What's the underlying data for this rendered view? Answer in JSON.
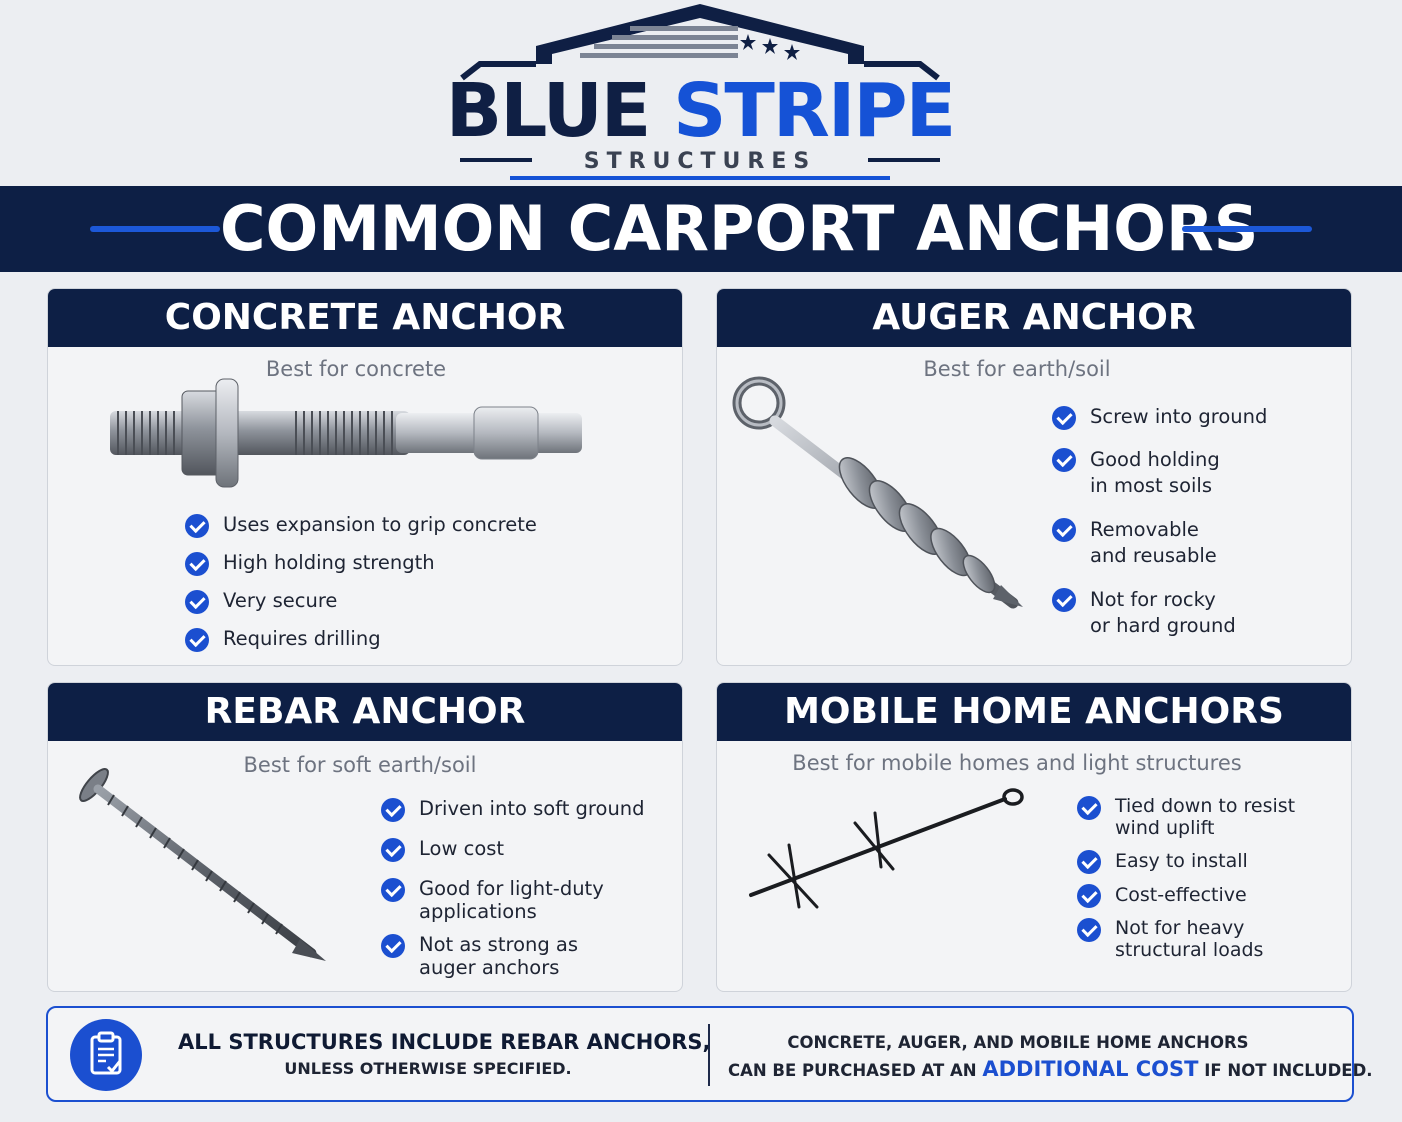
{
  "logo": {
    "word_dark": "BLUE",
    "word_bright": "STRIPE",
    "subtitle": "STRUCTURES"
  },
  "banner": {
    "title": "COMMON CARPORT ANCHORS"
  },
  "cards": [
    {
      "title": "CONCRETE ANCHOR",
      "subtitle": "Best for concrete",
      "illustration": "wedge-anchor-bolt",
      "bullets": [
        "Uses expansion to grip concrete",
        "High holding strength",
        "Very secure",
        "Requires drilling"
      ]
    },
    {
      "title": "AUGER ANCHOR",
      "subtitle": "Best for earth/soil",
      "illustration": "auger-screw-anchor",
      "bullets": [
        "Screw into ground",
        "Good holding\nin most soils",
        "Removable\nand reusable",
        "Not for rocky\nor hard ground"
      ]
    },
    {
      "title": "REBAR ANCHOR",
      "subtitle": "Best for soft earth/soil",
      "illustration": "rebar-spike",
      "bullets": [
        "Driven into soft ground",
        "Low cost",
        "Good for light-duty\napplications",
        "Not as strong as\nauger anchors"
      ]
    },
    {
      "title": "MOBILE HOME ANCHORS",
      "subtitle": "Best for mobile homes and light structures",
      "illustration": "mobile-home-earth-anchor",
      "bullets": [
        "Tied down to resist\nwind uplift",
        "Easy to install",
        "Cost-effective",
        "Not for heavy\nstructural loads"
      ]
    }
  ],
  "footer": {
    "icon": "clipboard-check-icon",
    "left_line1": "ALL STRUCTURES INCLUDE REBAR ANCHORS,",
    "left_line2": "UNLESS OTHERWISE SPECIFIED.",
    "right_line1": "CONCRETE, AUGER, AND MOBILE HOME ANCHORS",
    "right_line2_pre": "CAN BE PURCHASED AT AN",
    "right_line2_accent": "ADDITIONAL COST",
    "right_line2_post": "IF NOT INCLUDED."
  },
  "colors": {
    "navy": "#0d1f45",
    "accent_blue": "#1b4fd0",
    "background": "#eceef2",
    "card": "#f3f4f6"
  }
}
